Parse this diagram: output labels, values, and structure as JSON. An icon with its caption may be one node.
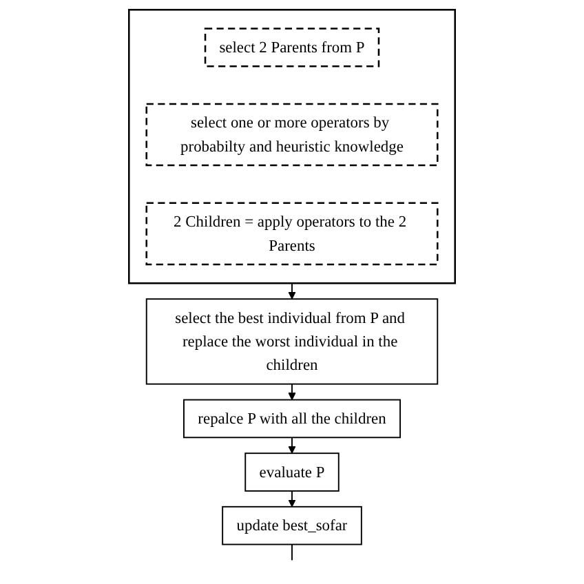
{
  "diagram": {
    "nodes": [
      {
        "text": [],
        "shape": "box"
      },
      {
        "text": [
          "select 2 Parents from P"
        ],
        "in": 0
      },
      {
        "text": [
          "select one or more operators by probabilty and heuristic knowledge"
        ],
        "in": 0
      },
      {
        "text": [
          "2 Children = apply operators to the 2 Parents"
        ],
        "in": 0
      },
      {
        "text": [
          "select the best individual from P and replace the worst individual in the children"
        ]
      },
      {
        "text": [
          "repalce P with all the children"
        ]
      },
      {
        "text": [
          "evaluate P"
        ]
      },
      {
        "text": [
          "update best_sofar"
        ]
      }
    ],
    "edges": [
      {
        "from": 0,
        "to": 4,
        "arrow": "to"
      },
      {
        "from": 4,
        "to": 5,
        "arrow": "to"
      },
      {
        "from": 5,
        "to": 6,
        "arrow": "to"
      },
      {
        "from": 6,
        "to": 7,
        "arrow": "to"
      },
      {
        "from": 7,
        "to": null,
        "arrow": "none"
      }
    ]
  }
}
